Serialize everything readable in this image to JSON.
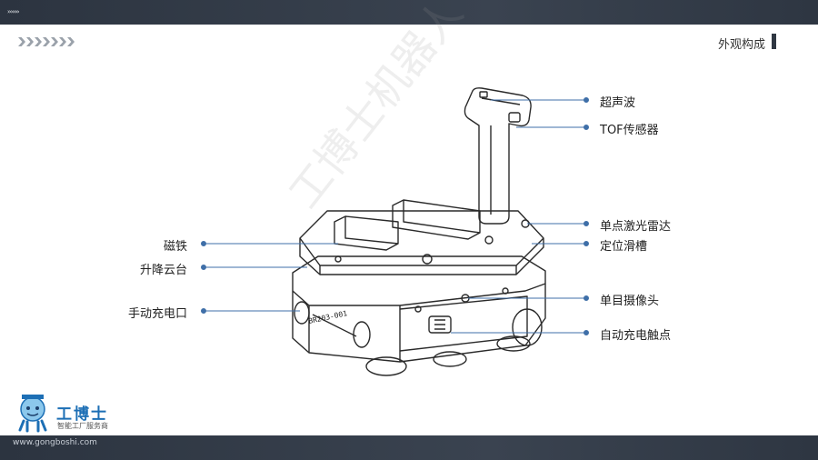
{
  "header": {
    "section_title": "外观构成",
    "arrows_small": "›››››››"
  },
  "callouts_right": [
    {
      "text": "超声波"
    },
    {
      "text": "TOF传感器"
    },
    {
      "text": "单点激光雷达"
    },
    {
      "text": "定位滑槽"
    },
    {
      "text": "单目摄像头"
    },
    {
      "text": "自动充电触点"
    }
  ],
  "callouts_left": [
    {
      "text": "磁铁"
    },
    {
      "text": "升降云台"
    },
    {
      "text": "手动充电口"
    }
  ],
  "robot": {
    "plate_text": "BR203-001"
  },
  "logo": {
    "name": "工博士",
    "subtitle": "智能工厂服务商",
    "url": "www.gongboshi.com"
  },
  "watermark": "工博士机器人",
  "colors": {
    "bar": "#333b47",
    "callout_line": "#3f6fa8",
    "brand_blue": "#1d6fb5"
  }
}
